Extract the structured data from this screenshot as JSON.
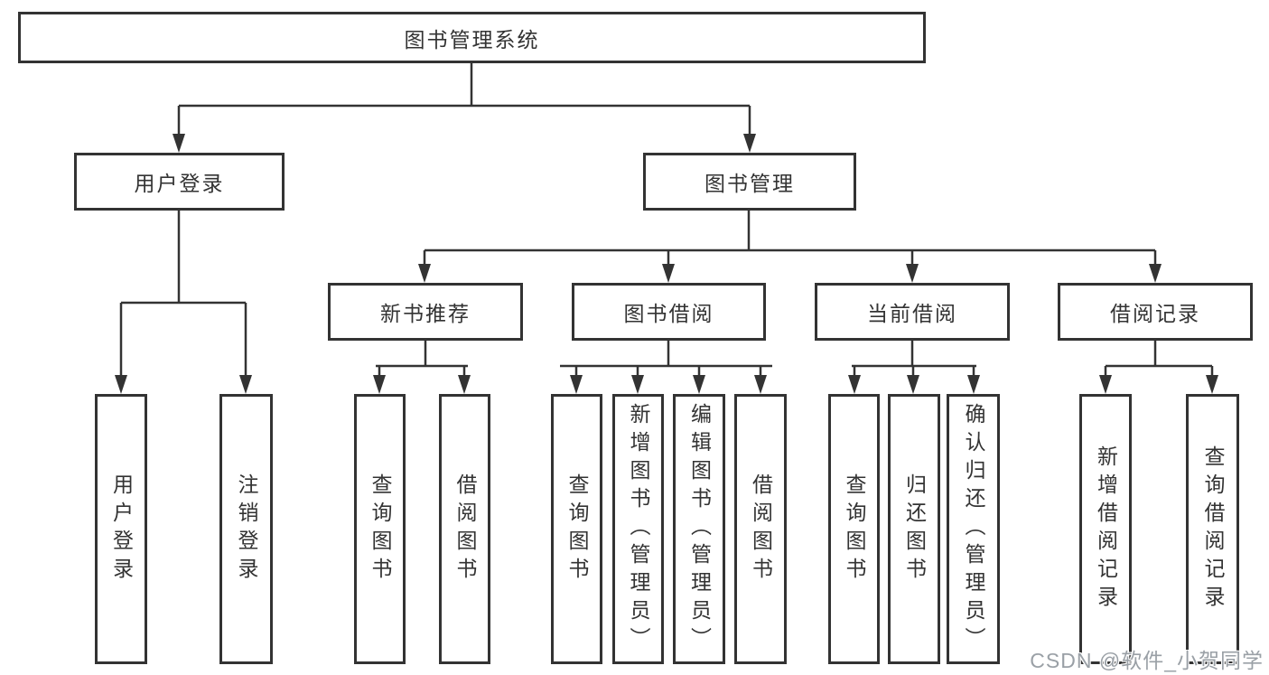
{
  "diagram": {
    "root": "图书管理系统",
    "branches": [
      {
        "label": "用户登录",
        "children": [
          {
            "label": "用户登录"
          },
          {
            "label": "注销登录"
          }
        ]
      },
      {
        "label": "图书管理",
        "children": [
          {
            "label": "新书推荐",
            "children": [
              {
                "label": "查询图书"
              },
              {
                "label": "借阅图书"
              }
            ]
          },
          {
            "label": "图书借阅",
            "children": [
              {
                "label": "查询图书"
              },
              {
                "label": "新增图书（管理员）"
              },
              {
                "label": "编辑图书（管理员）"
              },
              {
                "label": "借阅图书"
              }
            ]
          },
          {
            "label": "当前借阅",
            "children": [
              {
                "label": "查询图书"
              },
              {
                "label": "归还图书"
              },
              {
                "label": "确认归还（管理员）"
              }
            ]
          },
          {
            "label": "借阅记录",
            "children": [
              {
                "label": "新增借阅记录"
              },
              {
                "label": "查询借阅记录"
              }
            ]
          }
        ]
      }
    ]
  },
  "watermark": "CSDN @软件_小贺同学",
  "colors": {
    "line": "#333333",
    "box_border": "#333333",
    "box_fill": "#ffffff",
    "text": "#333333",
    "watermark": "#9aa0a6",
    "background": "#ffffff"
  }
}
